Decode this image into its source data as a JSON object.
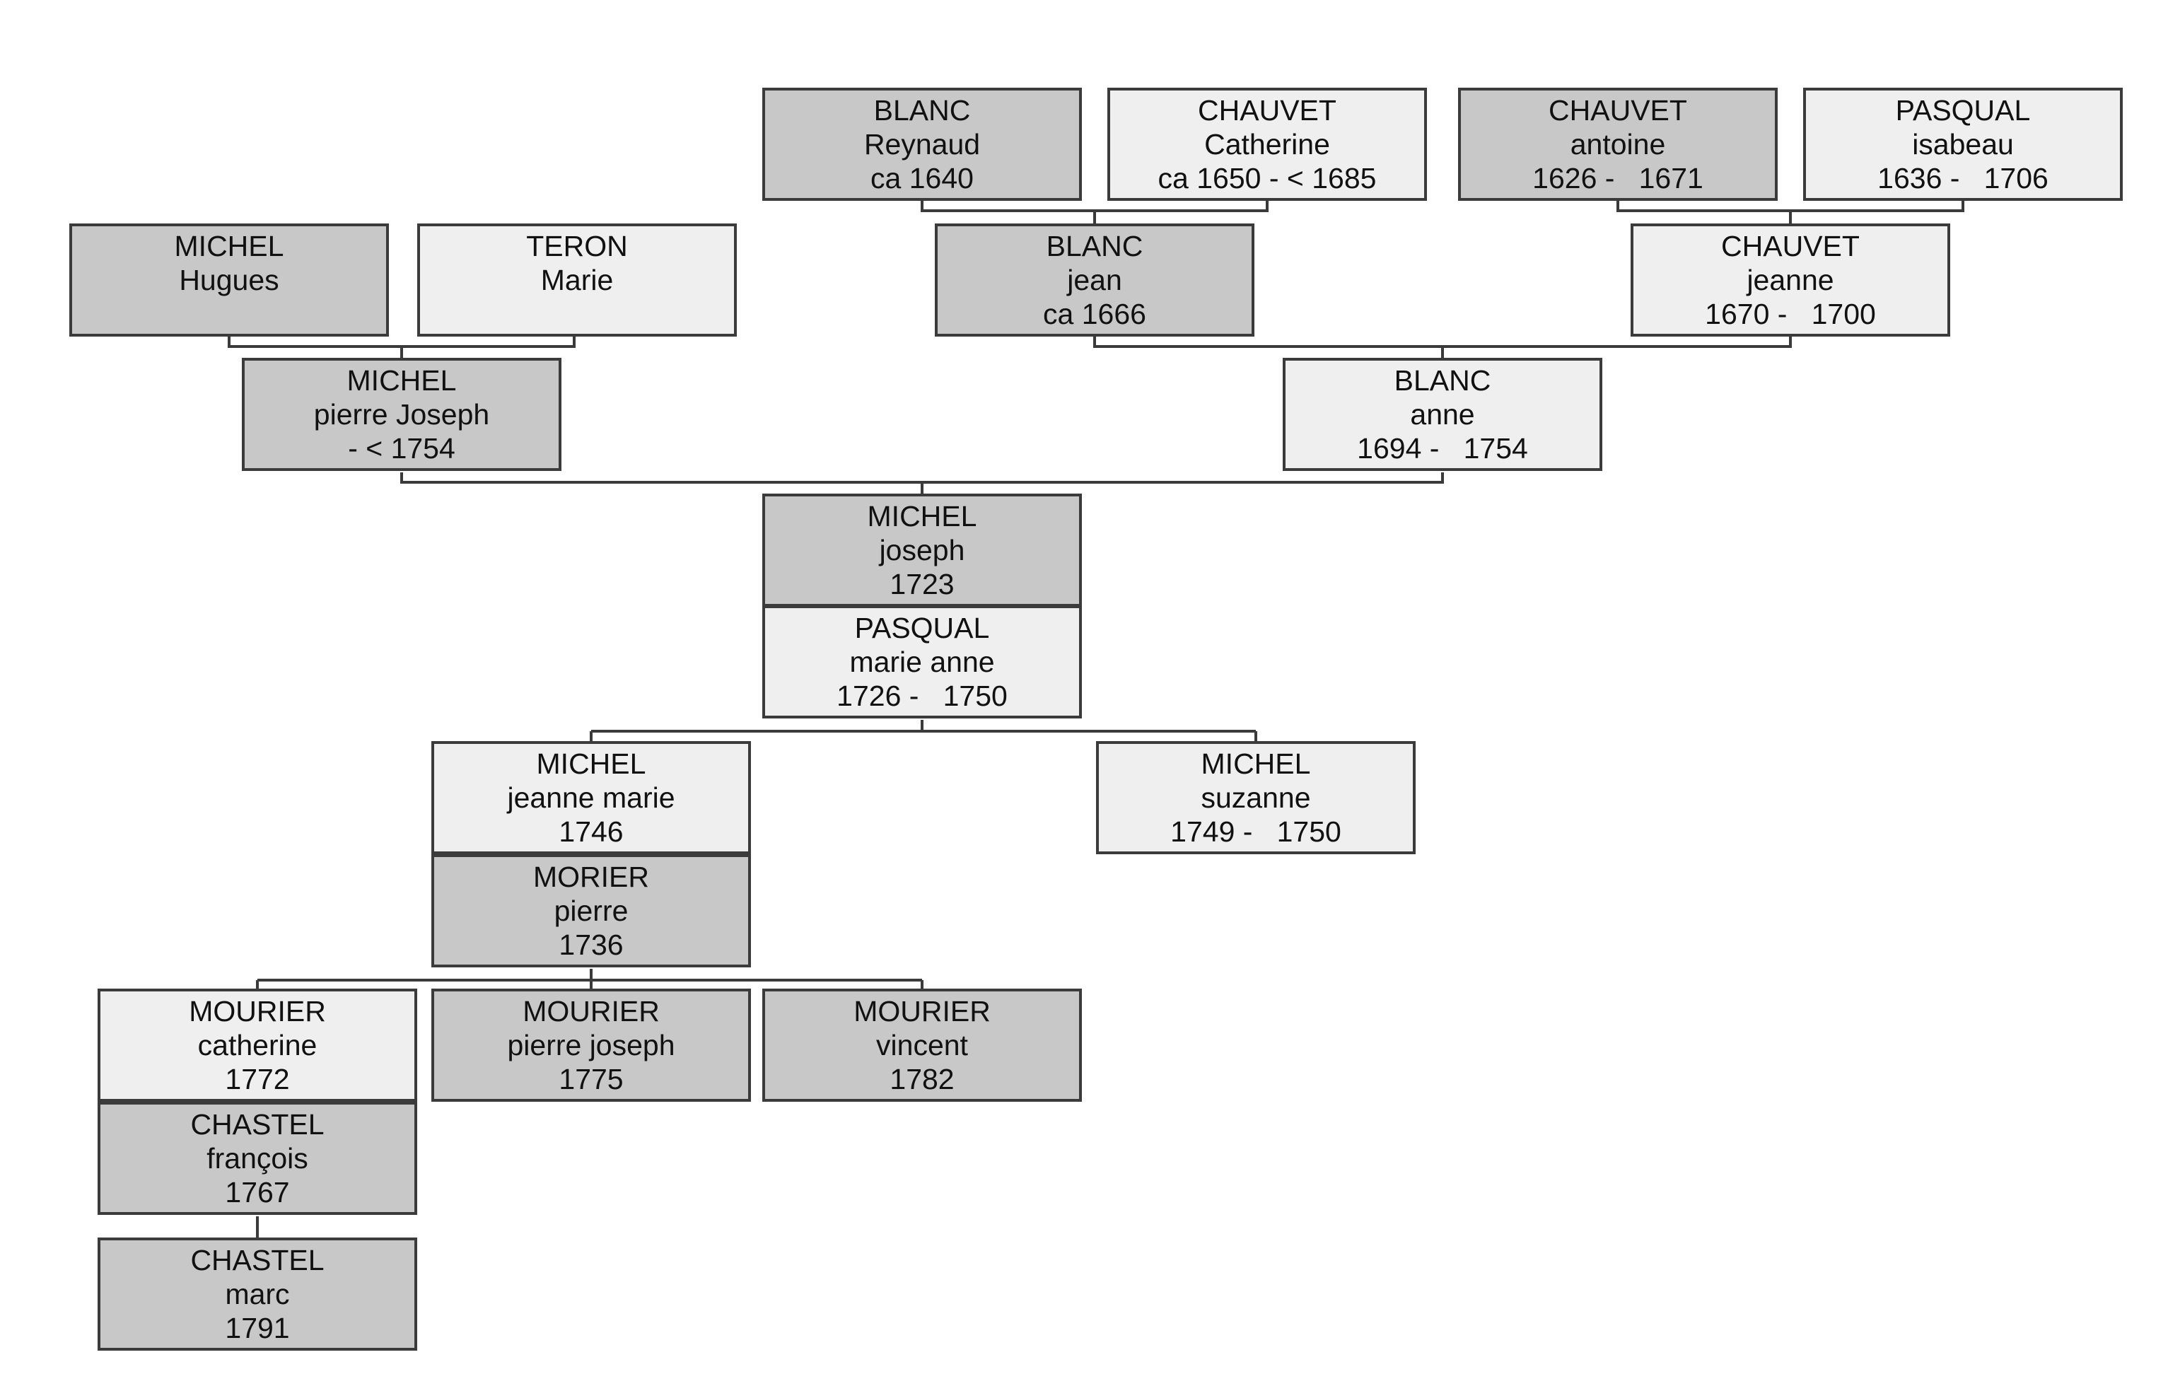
{
  "people": {
    "blanc_reynaud": {
      "surname": "BLANC",
      "given": "Reynaud",
      "dates": "ca 1640",
      "shade": "dark"
    },
    "chauvet_catherine": {
      "surname": "CHAUVET",
      "given": "Catherine",
      "dates": "ca 1650 - < 1685",
      "shade": "light"
    },
    "chauvet_antoine": {
      "surname": "CHAUVET",
      "given": "antoine",
      "dates": "1626 -   1671",
      "shade": "dark"
    },
    "pasqual_isabeau": {
      "surname": "PASQUAL",
      "given": "isabeau",
      "dates": "1636 -   1706",
      "shade": "light"
    },
    "michel_hugues": {
      "surname": "MICHEL",
      "given": "Hugues",
      "dates": "",
      "shade": "dark"
    },
    "teron_marie": {
      "surname": "TERON",
      "given": "Marie",
      "dates": "",
      "shade": "light"
    },
    "blanc_jean": {
      "surname": "BLANC",
      "given": "jean",
      "dates": "ca 1666",
      "shade": "dark"
    },
    "chauvet_jeanne": {
      "surname": "CHAUVET",
      "given": "jeanne",
      "dates": "1670 -   1700",
      "shade": "light"
    },
    "michel_pierre_joseph": {
      "surname": "MICHEL",
      "given": "pierre Joseph",
      "dates": "- < 1754",
      "shade": "dark"
    },
    "blanc_anne": {
      "surname": "BLANC",
      "given": "anne",
      "dates": "1694 -   1754",
      "shade": "light"
    },
    "michel_joseph": {
      "surname": "MICHEL",
      "given": "joseph",
      "dates": "1723",
      "shade": "dark"
    },
    "pasqual_marie_anne": {
      "surname": "PASQUAL",
      "given": "marie anne",
      "dates": "1726 -   1750",
      "shade": "light"
    },
    "michel_jeanne_marie": {
      "surname": "MICHEL",
      "given": "jeanne marie",
      "dates": "1746",
      "shade": "light"
    },
    "michel_suzanne": {
      "surname": "MICHEL",
      "given": "suzanne",
      "dates": "1749 -   1750",
      "shade": "light"
    },
    "morier_pierre": {
      "surname": "MORIER",
      "given": "pierre",
      "dates": "1736",
      "shade": "dark"
    },
    "mourier_catherine": {
      "surname": "MOURIER",
      "given": "catherine",
      "dates": "1772",
      "shade": "light"
    },
    "mourier_pierre_joseph": {
      "surname": "MOURIER",
      "given": "pierre joseph",
      "dates": "1775",
      "shade": "dark"
    },
    "mourier_vincent": {
      "surname": "MOURIER",
      "given": "vincent",
      "dates": "1782",
      "shade": "dark"
    },
    "chastel_francois": {
      "surname": "CHASTEL",
      "given": "françois",
      "dates": "1767",
      "shade": "dark"
    },
    "chastel_marc": {
      "surname": "CHASTEL",
      "given": "marc",
      "dates": "1791",
      "shade": "dark"
    }
  },
  "colors": {
    "dark_fill": "#c8c8c8",
    "light_fill": "#efefef",
    "border": "#3b3b3b",
    "text": "#111111"
  }
}
